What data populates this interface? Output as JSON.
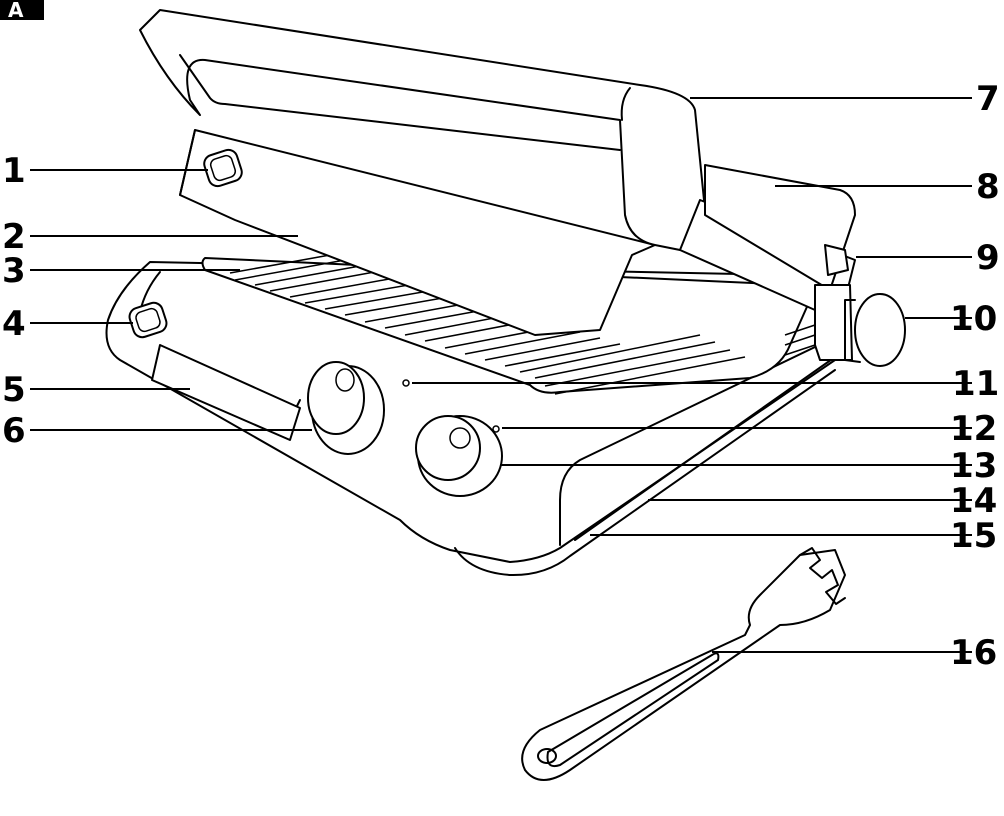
{
  "corner_label": "A",
  "callouts": [
    {
      "number": "1"
    },
    {
      "number": "2"
    },
    {
      "number": "3"
    },
    {
      "number": "4"
    },
    {
      "number": "5"
    },
    {
      "number": "6"
    },
    {
      "number": "7"
    },
    {
      "number": "8"
    },
    {
      "number": "9"
    },
    {
      "number": "10"
    },
    {
      "number": "11"
    },
    {
      "number": "12"
    },
    {
      "number": "13"
    },
    {
      "number": "14"
    },
    {
      "number": "15"
    },
    {
      "number": "16"
    }
  ]
}
